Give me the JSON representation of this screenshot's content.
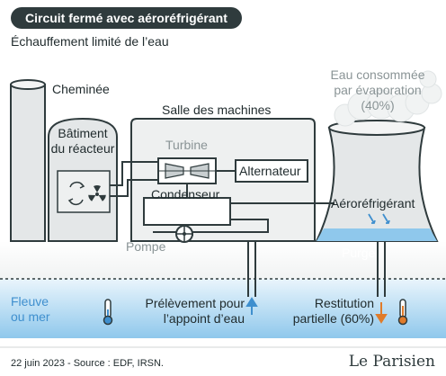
{
  "header": {
    "title": "Circuit fermé avec aéroréfrigérant",
    "subtitle": "Échauffement limité de l’eau"
  },
  "labels": {
    "chimney": "Cheminée",
    "machine_room": "Salle des machines",
    "reactor_line1": "Bâtiment",
    "reactor_line2": "du réacteur",
    "turbine": "Turbine",
    "alternator": "Alternateur",
    "condenser": "Condenseur",
    "cooling_tower": "Aéroréfrigérant",
    "pump": "Pompe",
    "purge": "Purge",
    "evaporation_line1": "Eau consommée",
    "evaporation_line2": "par évaporation",
    "evaporation_pct": "(40%)",
    "river_line1": "Fleuve",
    "river_line2": "ou mer",
    "intake_line1": "Prélèvement pour",
    "intake_line2": "l’appoint d’eau",
    "return_line1": "Restitution",
    "return_line2": "partielle (60%)"
  },
  "footer": {
    "source": "22 juin 2023 - Source : EDF, IRSN.",
    "brand": "Le Parisien"
  },
  "colors": {
    "outline": "#2f3b3d",
    "grey_fill": "#e4e7e8",
    "water": "#8fc8ec",
    "water_light": "#d7ecf9",
    "water_label": "#3f8fce",
    "warm_arrow": "#e07b2a",
    "thermo_hot": "#e07b2a",
    "thermo_cold": "#3f8fce"
  },
  "icons": [
    "fan-icon",
    "radiation-icon",
    "thermometer-icon",
    "pump-icon",
    "steam-cloud-icon",
    "pylon-icon"
  ]
}
